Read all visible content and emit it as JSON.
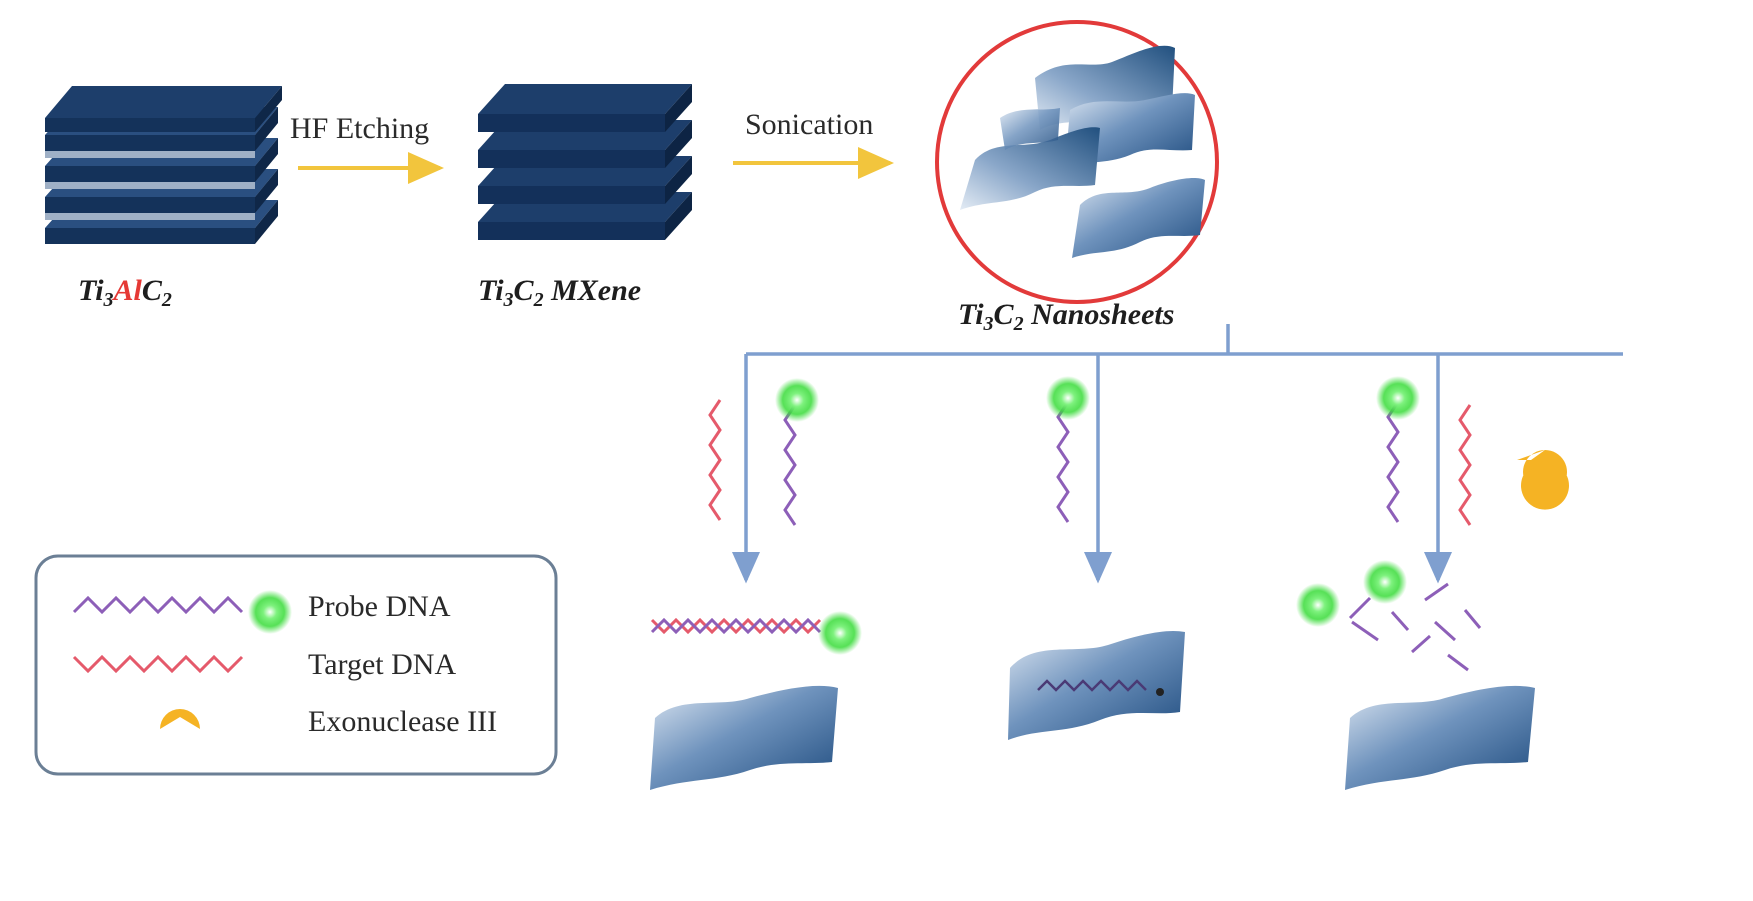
{
  "colors": {
    "layer_dark": "#16355e",
    "layer_light": "#b9c6d6",
    "arrow": "#f2c53d",
    "flow_line": "#7f9fcf",
    "probe_dna": "#8d5fb8",
    "target_dna": "#e55a6b",
    "fluor": "#3adb3a",
    "enzyme": "#f5b324",
    "circle": "#e23a3a",
    "legend_border": "#6b7f95"
  },
  "materials": {
    "m1": {
      "pre": "Ti",
      "sub1": "3",
      "mid": "Al",
      "post": "C",
      "sub2": "2"
    },
    "m2": {
      "pre": "Ti",
      "sub1": "3",
      "post": "C",
      "sub2": "2",
      "suffix": " MXene"
    },
    "m3": {
      "pre": "Ti",
      "sub1": "3",
      "post": "C",
      "sub2": "2",
      "suffix": " Nanosheets"
    }
  },
  "steps": {
    "etch": "HF Etching",
    "sonic": "Sonication"
  },
  "legend": {
    "probe": "Probe DNA",
    "target": "Target DNA",
    "exo": "Exonuclease III"
  },
  "icons": {
    "stack": "layered-stack-icon",
    "sheet": "nanosheet-icon",
    "enzyme": "exonuclease-pacman-icon",
    "fluor": "fluorophore-glow-icon"
  }
}
